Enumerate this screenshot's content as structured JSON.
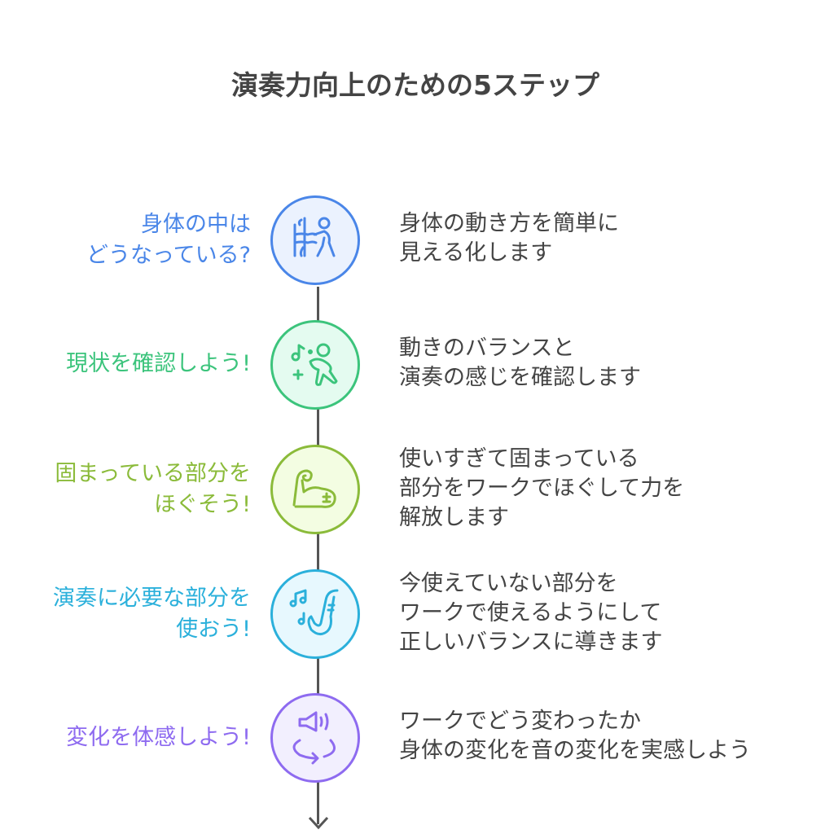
{
  "title": "演奏力向上のための5ステップ",
  "steps": [
    {
      "label": [
        "身体の中は",
        "どうなっている?"
      ],
      "desc": [
        "身体の動き方を簡単に",
        "見える化します"
      ],
      "icon": "body-anatomy-icon",
      "color": "#4a86e8",
      "fill": "#ebf2fe"
    },
    {
      "label": [
        "現状を確認しよう!"
      ],
      "desc": [
        "動きのバランスと",
        "演奏の感じを確認します"
      ],
      "icon": "dancing-person-music-icon",
      "color": "#3cc47c",
      "fill": "#e4fbf0"
    },
    {
      "label": [
        "固まっている部分を",
        "ほぐそう!"
      ],
      "desc": [
        "使いすぎて固まっている",
        "部分をワークでほぐして力を",
        "解放します"
      ],
      "icon": "flexed-arm-icon",
      "color": "#8bbb3a",
      "fill": "#f3fde2"
    },
    {
      "label": [
        "演奏に必要な部分を",
        "使おう!"
      ],
      "desc": [
        "今使えていない部分を",
        "ワークで使えるようにして",
        "正しいバランスに導きます"
      ],
      "icon": "saxophone-music-icon",
      "color": "#2bb0db",
      "fill": "#e7f8fe"
    },
    {
      "label": [
        "変化を体感しよう!"
      ],
      "desc": [
        "ワークでどう変わったか",
        "身体の変化を音の変化を実感しよう"
      ],
      "icon": "speaker-rotate-icon",
      "color": "#8e6bf0",
      "fill": "#f2effe"
    }
  ]
}
